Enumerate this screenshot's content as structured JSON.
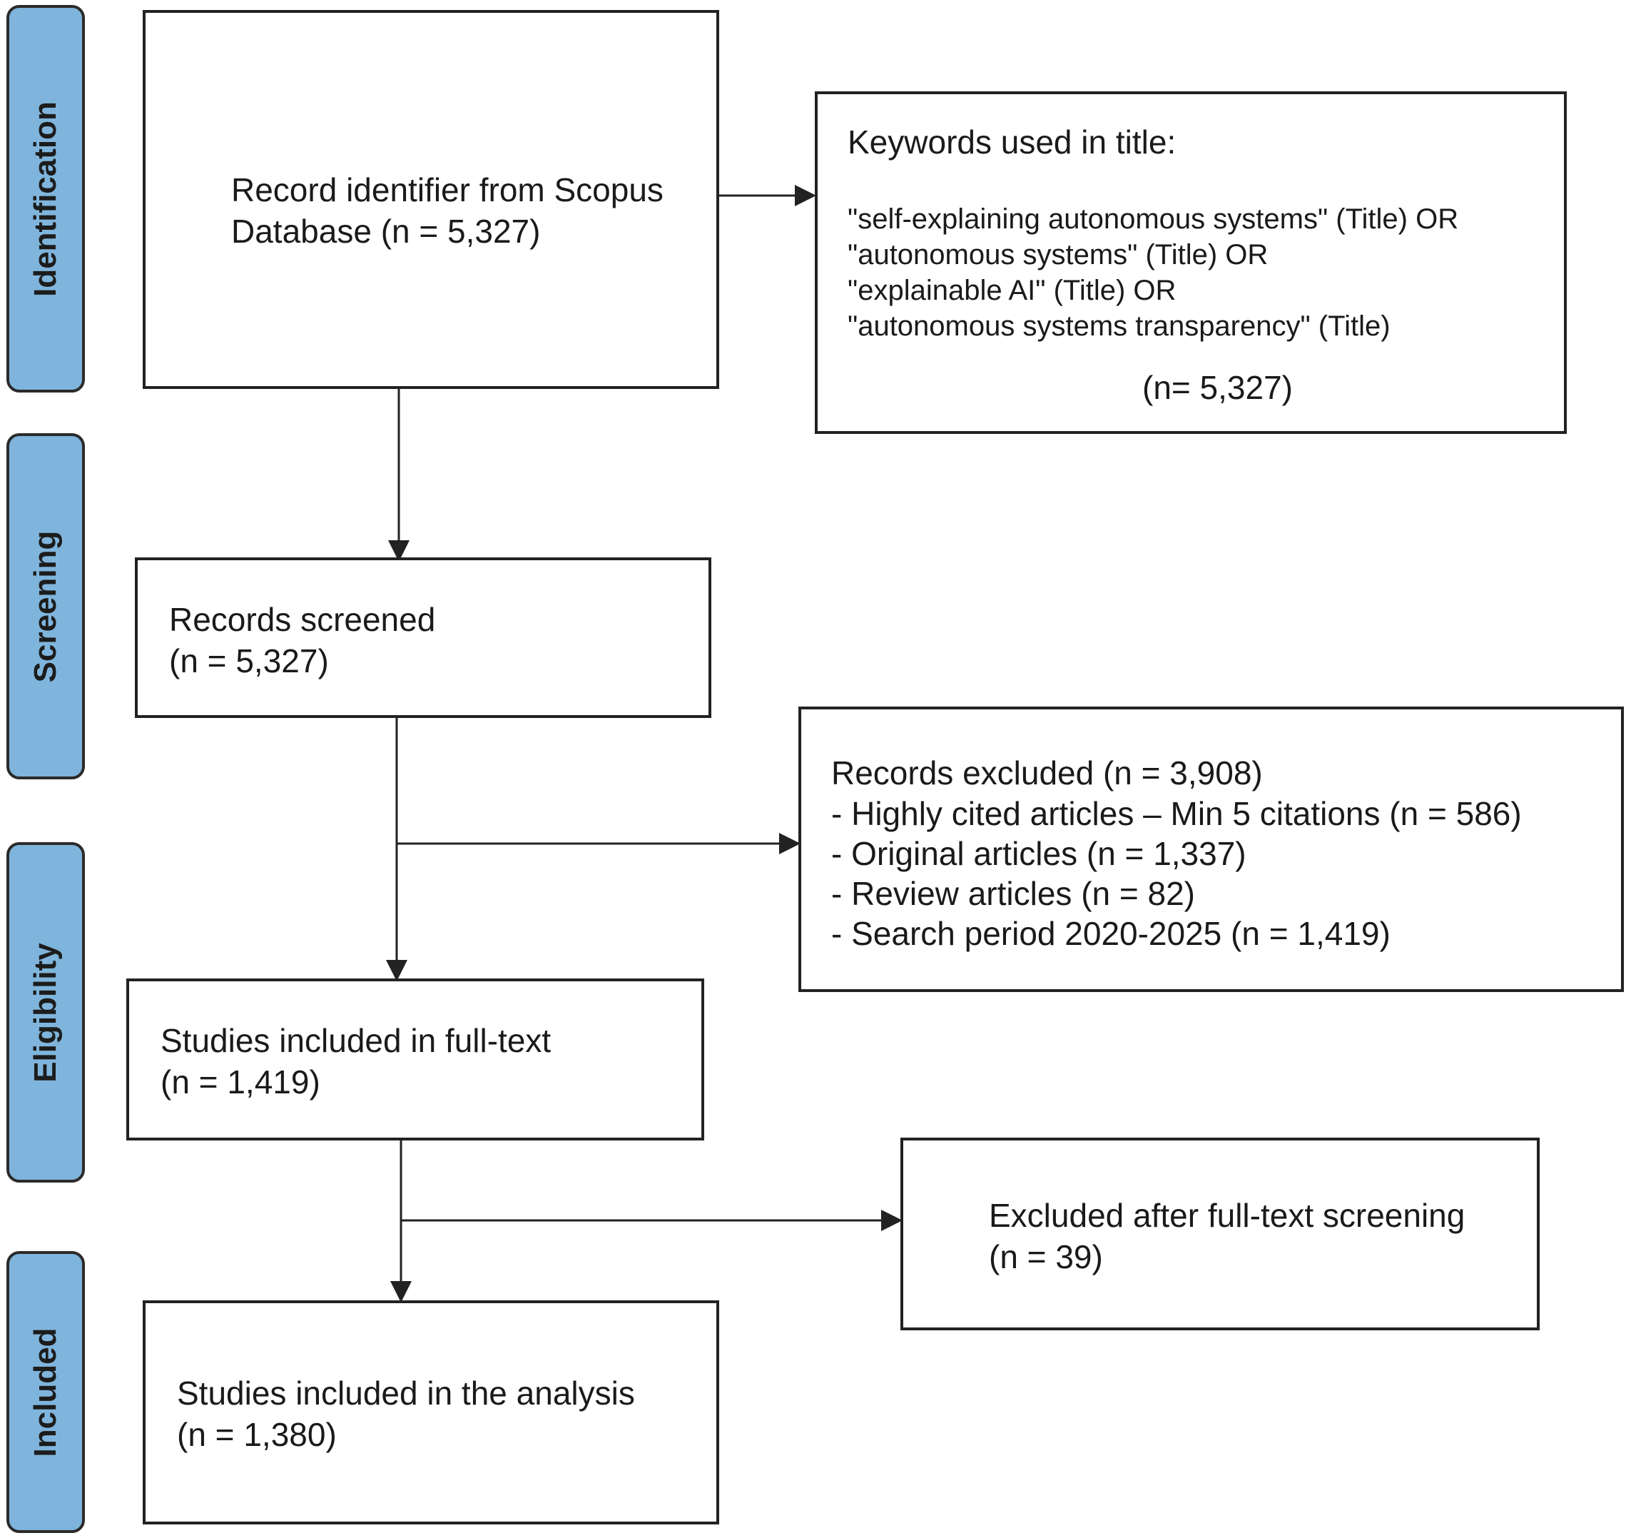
{
  "phases": {
    "identification": "Identification",
    "screening": "Screening",
    "eligibility": "Eligibility",
    "included": "Included"
  },
  "boxes": {
    "identified": {
      "line1": "Record identifier from Scopus",
      "line2": "Database (n = 5,327)"
    },
    "keywords": {
      "heading": "Keywords used in title:",
      "lines": [
        "\"self-explaining autonomous systems\" (Title) OR",
        "\"autonomous systems\" (Title) OR",
        "\"explainable AI\" (Title) OR",
        "\"autonomous systems transparency\" (Title)"
      ],
      "count": "(n= 5,327)"
    },
    "screened": {
      "line1": "Records screened",
      "line2": "(n = 5,327)"
    },
    "excluded": {
      "heading": "Records excluded (n = 3,908)",
      "items": [
        "- Highly cited articles – Min 5 citations (n = 586)",
        "- Original articles (n = 1,337)",
        "- Review articles (n = 82)",
        "- Search period 2020-2025 (n = 1,419)"
      ]
    },
    "fulltext": {
      "line1": "Studies included in full-text",
      "line2": "(n = 1,419)"
    },
    "excluded_fulltext": {
      "line1": "Excluded after full-text screening",
      "line2": "(n = 39)"
    },
    "analysis": {
      "line1": "Studies included in the analysis",
      "line2": "(n = 1,380)"
    }
  }
}
